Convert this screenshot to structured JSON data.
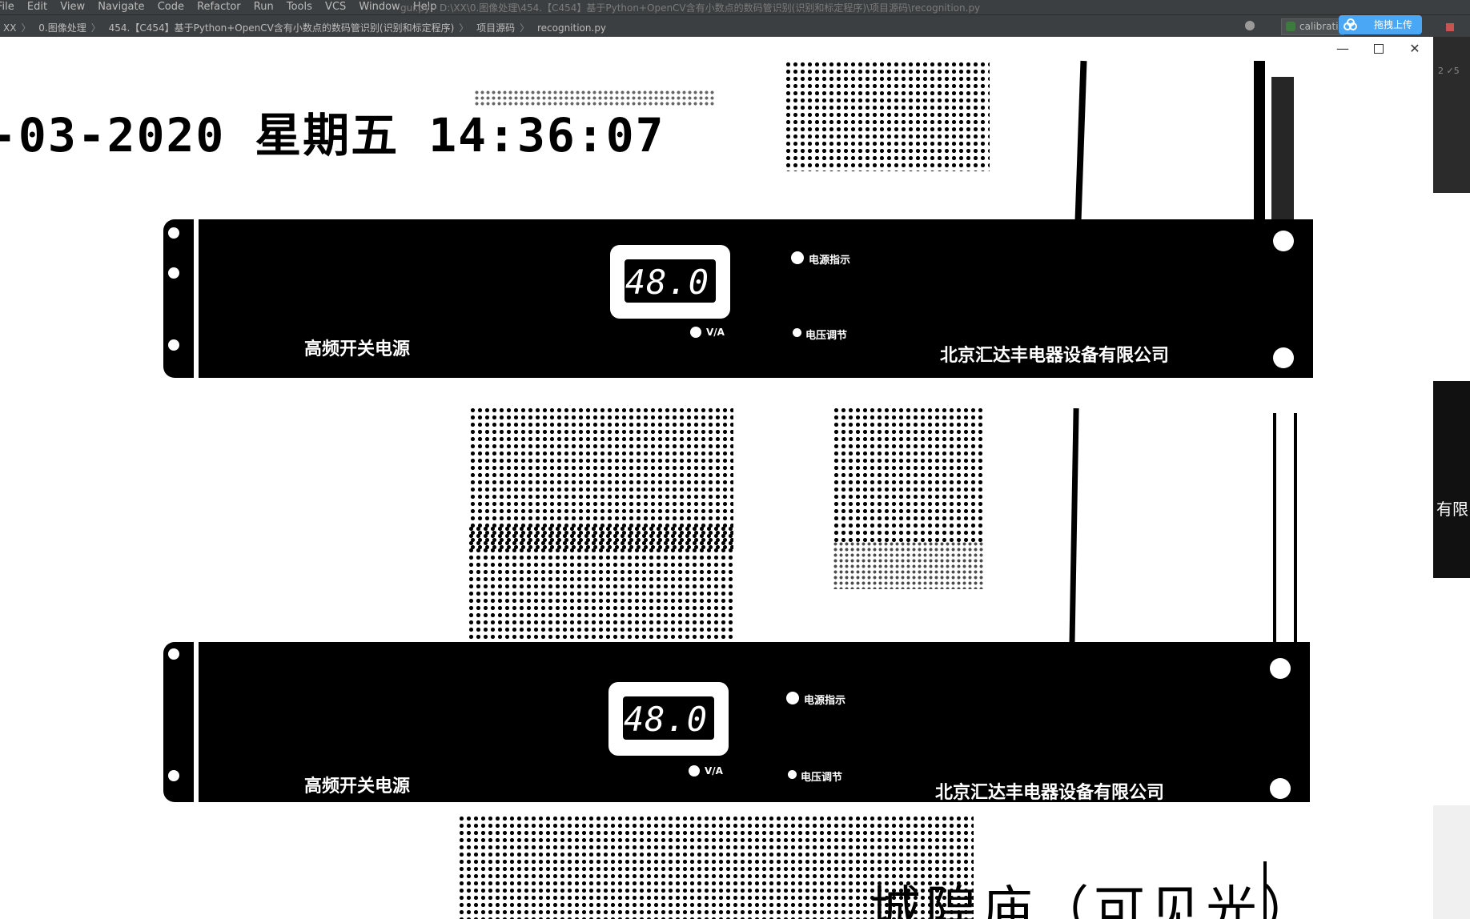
{
  "ide": {
    "menu": [
      "File",
      "Edit",
      "View",
      "Navigate",
      "Code",
      "Refactor",
      "Run",
      "Tools",
      "VCS",
      "Window",
      "Help"
    ],
    "window_title": "gui.py - D:\\XX\\0.图像处理\\454.【C454】基于Python+OpenCV含有小数点的数码管识别(识别和标定程序)\\项目源码\\recognition.py",
    "breadcrumbs": [
      "XX",
      "0.图像处理",
      "454.【C454】基于Python+OpenCV含有小数点的数码管识别(识别和标定程序)",
      "项目源码",
      "recognition.py"
    ],
    "run_config": "calibrati",
    "upload_button": "拖拽上传",
    "gutter_text": "2 ✓5",
    "peek_text": "有限"
  },
  "image_window": {
    "min_glyph": "—",
    "close_glyph": "✕"
  },
  "scene": {
    "timestamp": "-03-2020 星期五 14:36:07",
    "devices": [
      {
        "meter_reading": "48.0",
        "unit_label": "V/A",
        "model_label": "高频开关电源",
        "manufacturer_label": "北京汇达丰电器设备有限公司",
        "indicator_top": "电源指示",
        "indicator_bottom": "电压调节"
      },
      {
        "meter_reading": "48.0",
        "unit_label": "V/A",
        "model_label": "高频开关电源",
        "manufacturer_label": "北京汇达丰电器设备有限公司",
        "indicator_top": "电源指示",
        "indicator_bottom": "电压调节"
      }
    ],
    "bottom_caption": "城隍庙（可见光）"
  }
}
